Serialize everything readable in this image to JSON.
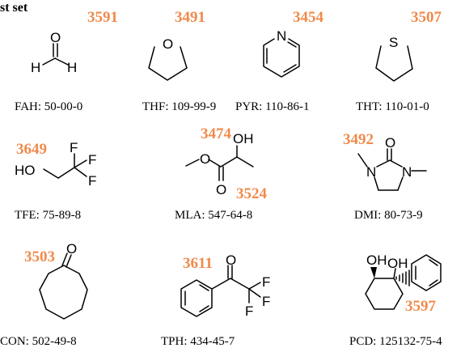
{
  "title": "st set",
  "colors": {
    "frequency": "#F08A4B",
    "ink": "#000000"
  },
  "molecules": [
    {
      "label": "FAH: 50-00-0",
      "freqs": [
        "3591"
      ],
      "atoms": [
        "O",
        "H",
        "H"
      ]
    },
    {
      "label": "THF: 109-99-9",
      "freqs": [
        "3491"
      ],
      "atoms": [
        "O"
      ]
    },
    {
      "label": "PYR: 110-86-1",
      "freqs": [
        "3454"
      ],
      "atoms": [
        "N"
      ]
    },
    {
      "label": "THT: 110-01-0",
      "freqs": [
        "3507"
      ],
      "atoms": [
        "S"
      ]
    },
    {
      "label": "TFE: 75-89-8",
      "freqs": [
        "3649"
      ],
      "atoms": [
        "HO",
        "F",
        "F",
        "F"
      ]
    },
    {
      "label": "MLA: 547-64-8",
      "freqs": [
        "3474",
        "3524"
      ],
      "atoms": [
        "OH",
        "O",
        "O"
      ]
    },
    {
      "label": "DMI: 80-73-9",
      "freqs": [
        "3492"
      ],
      "atoms": [
        "O",
        "N",
        "N"
      ]
    },
    {
      "label": "CON: 502-49-8",
      "freqs": [
        "3503"
      ],
      "atoms": [
        "O"
      ]
    },
    {
      "label": "TPH: 434-45-7",
      "freqs": [
        "3611"
      ],
      "atoms": [
        "O",
        "F",
        "F",
        "F"
      ]
    },
    {
      "label": "PCD: 125132-75-4",
      "freqs": [
        "3597"
      ],
      "atoms": [
        "OH",
        "OH"
      ]
    }
  ]
}
